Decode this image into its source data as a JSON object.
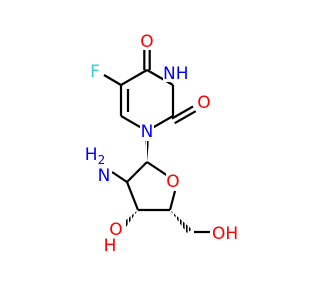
{
  "structure": {
    "atoms": {
      "o_carbonyl_top": {
        "text": "O",
        "color": "#ff0000"
      },
      "n_ring_h": {
        "text": "NH",
        "color": "#0000ff"
      },
      "o_carbonyl_right": {
        "text": "O",
        "color": "#ff0000"
      },
      "n_ring_glycosidic": {
        "text": "N",
        "color": "#0000ff"
      },
      "fluorine": {
        "text": "F",
        "color": "#33cccc"
      },
      "amino": {
        "text": "NH",
        "subscript": "2",
        "color": "#0000ff",
        "alignment": "right"
      },
      "o_sugar_ring": {
        "text": "O",
        "color": "#ff0000"
      },
      "hydroxyl_ring": {
        "text": "HO",
        "color": "#ff0000"
      },
      "hydroxyl_chain": {
        "text": "OH",
        "color": "#ff0000"
      }
    }
  }
}
